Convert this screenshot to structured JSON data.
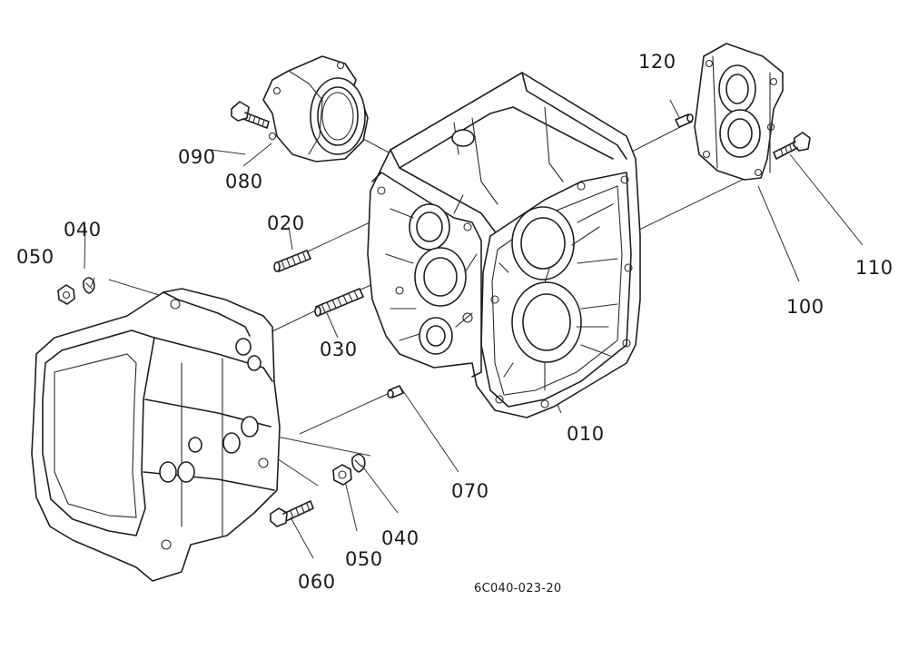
{
  "diagram": {
    "callouts": {
      "c120": "120",
      "c090": "090",
      "c080": "080",
      "c020": "020",
      "c040_top": "040",
      "c050_top": "050",
      "c110": "110",
      "c100": "100",
      "c030": "030",
      "c010": "010",
      "c070": "070",
      "c040_bottom": "040",
      "c050_bottom": "050",
      "c060": "060"
    },
    "drawing_code": "6C040-023-20"
  }
}
